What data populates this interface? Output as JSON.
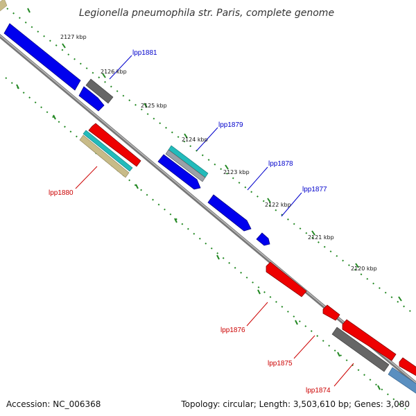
{
  "title": "Legionella pneumophila str. Paris, complete genome",
  "footer": {
    "accession": "Accession: NC_006368",
    "topology": "Topology: circular; Length: 3,503,610 bp; Genes: 3,080"
  },
  "colors": {
    "forward": "#0000ee",
    "reverse": "#ee0000",
    "forward_label": "#0000cc",
    "reverse_label": "#cc0000",
    "other": "#666666",
    "cyan": "#22bbbb",
    "tan": "#c8bb88",
    "steel": "#5a8fc0",
    "backbone": "#888888",
    "ticks": "#228822"
  },
  "kbp_ticks": [
    {
      "text": "2127 kbp"
    },
    {
      "text": "2126 kbp"
    },
    {
      "text": "2125 kbp"
    },
    {
      "text": "2124 kbp"
    },
    {
      "text": "2123 kbp"
    },
    {
      "text": "2122 kbp"
    },
    {
      "text": "2121 kbp"
    },
    {
      "text": "2120 kbp"
    }
  ],
  "gene_labels": [
    {
      "text": "lpp1881",
      "strand": "forward"
    },
    {
      "text": "lpp1879",
      "strand": "forward"
    },
    {
      "text": "lpp1878",
      "strand": "forward"
    },
    {
      "text": "lpp1877",
      "strand": "forward"
    },
    {
      "text": "lpp1880",
      "strand": "reverse"
    },
    {
      "text": "lpp1876",
      "strand": "reverse"
    },
    {
      "text": "lpp1875",
      "strand": "reverse"
    },
    {
      "text": "lpp1874",
      "strand": "reverse"
    }
  ]
}
